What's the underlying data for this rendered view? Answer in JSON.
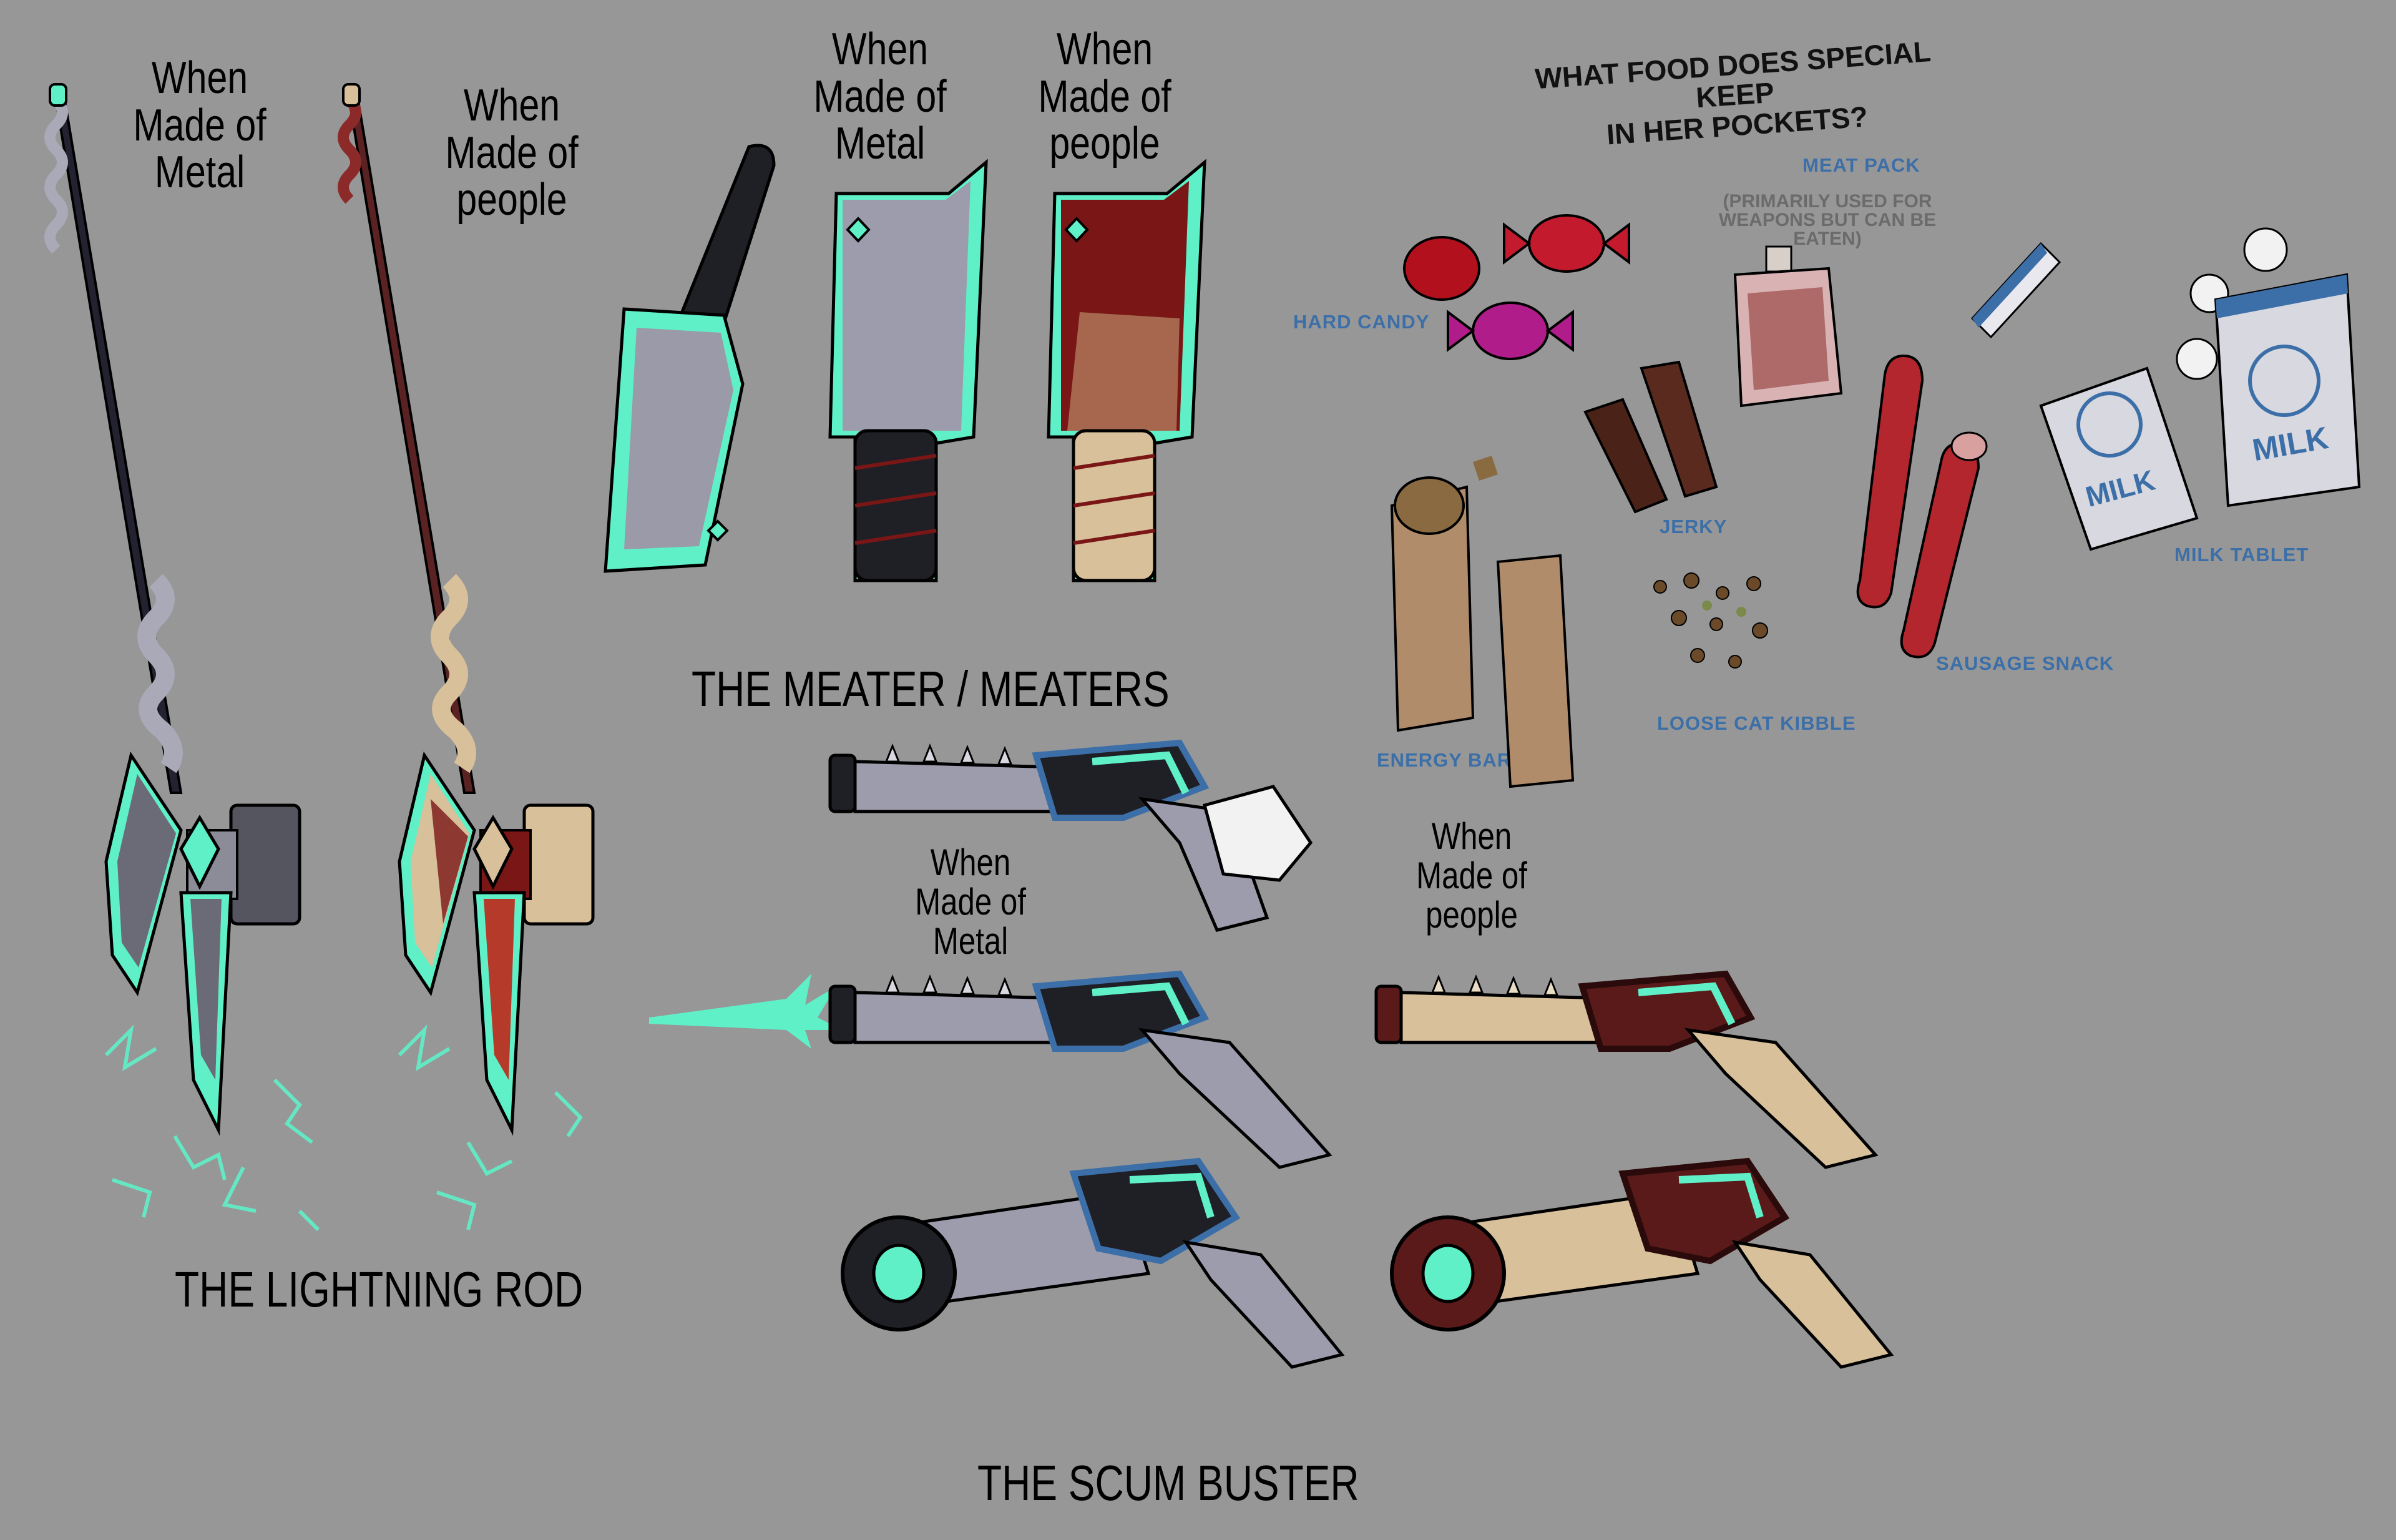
{
  "captions": {
    "rod_metal": "When\nMade of\nMetal",
    "rod_people": "When\nMade of\npeople",
    "meater_metal": "When\nMade of\nMetal",
    "meater_people": "When\nMade of\npeople",
    "buster_metal": "When\nMade of\nMetal",
    "buster_people": "When\nMade of\npeople"
  },
  "titles": {
    "lightning_rod": "THE LIGHTNING ROD",
    "meaters": "THE MEATER / MEATERS",
    "scum_buster": "THE SCUM BUSTER"
  },
  "food": {
    "heading": "WHAT FOOD DOES SPECIAL KEEP\nIN HER POCKETS?",
    "meat_pack": "MEAT PACK",
    "meat_pack_note": "(PRIMARILY USED FOR\nWEAPONS BUT CAN BE\nEATEN)",
    "hard_candy": "HARD CANDY",
    "jerky": "JERKY",
    "energy_bar": "ENERGY BAR",
    "loose_cat_kibble": "LOOSE CAT KIBBLE",
    "sausage_snack": "SAUSAGE SNACK",
    "milk_tablet": "MILK TABLET",
    "milk_label": "MILK"
  },
  "colors": {
    "background": "#979797",
    "teal_glow": "#5ff0c8",
    "metal": "#a9a9b8",
    "flesh": "#d8c09a",
    "blood": "#7a1616",
    "food_label": "#3c6fa8"
  }
}
